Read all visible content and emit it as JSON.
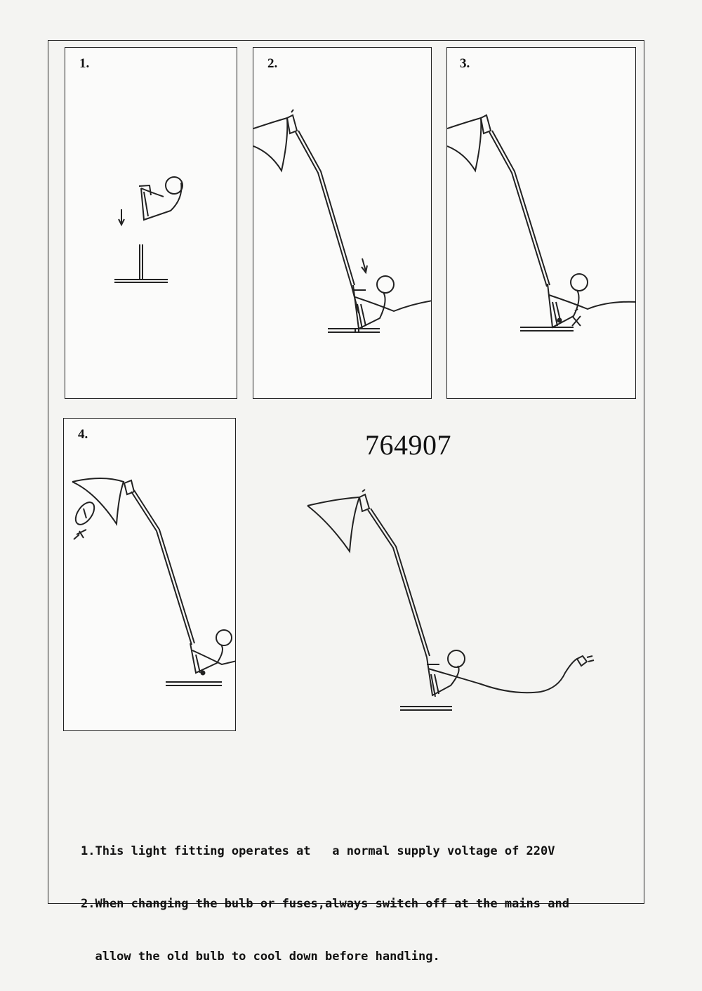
{
  "steps": [
    {
      "number": "1."
    },
    {
      "number": "2."
    },
    {
      "number": "3."
    },
    {
      "number": "4."
    }
  ],
  "model_number": "764907",
  "notes": [
    "1.This light fitting operates at   a normal supply voltage of 220V",
    "2.When changing the bulb or fuses,always switch off at the mains and",
    "  allow the old bulb to cool down before handling."
  ],
  "icons": [
    "lamp-head-icon",
    "lamp-base-icon",
    "down-arrow-icon",
    "bulb-icon",
    "screwdriver-icon",
    "plug-icon"
  ]
}
